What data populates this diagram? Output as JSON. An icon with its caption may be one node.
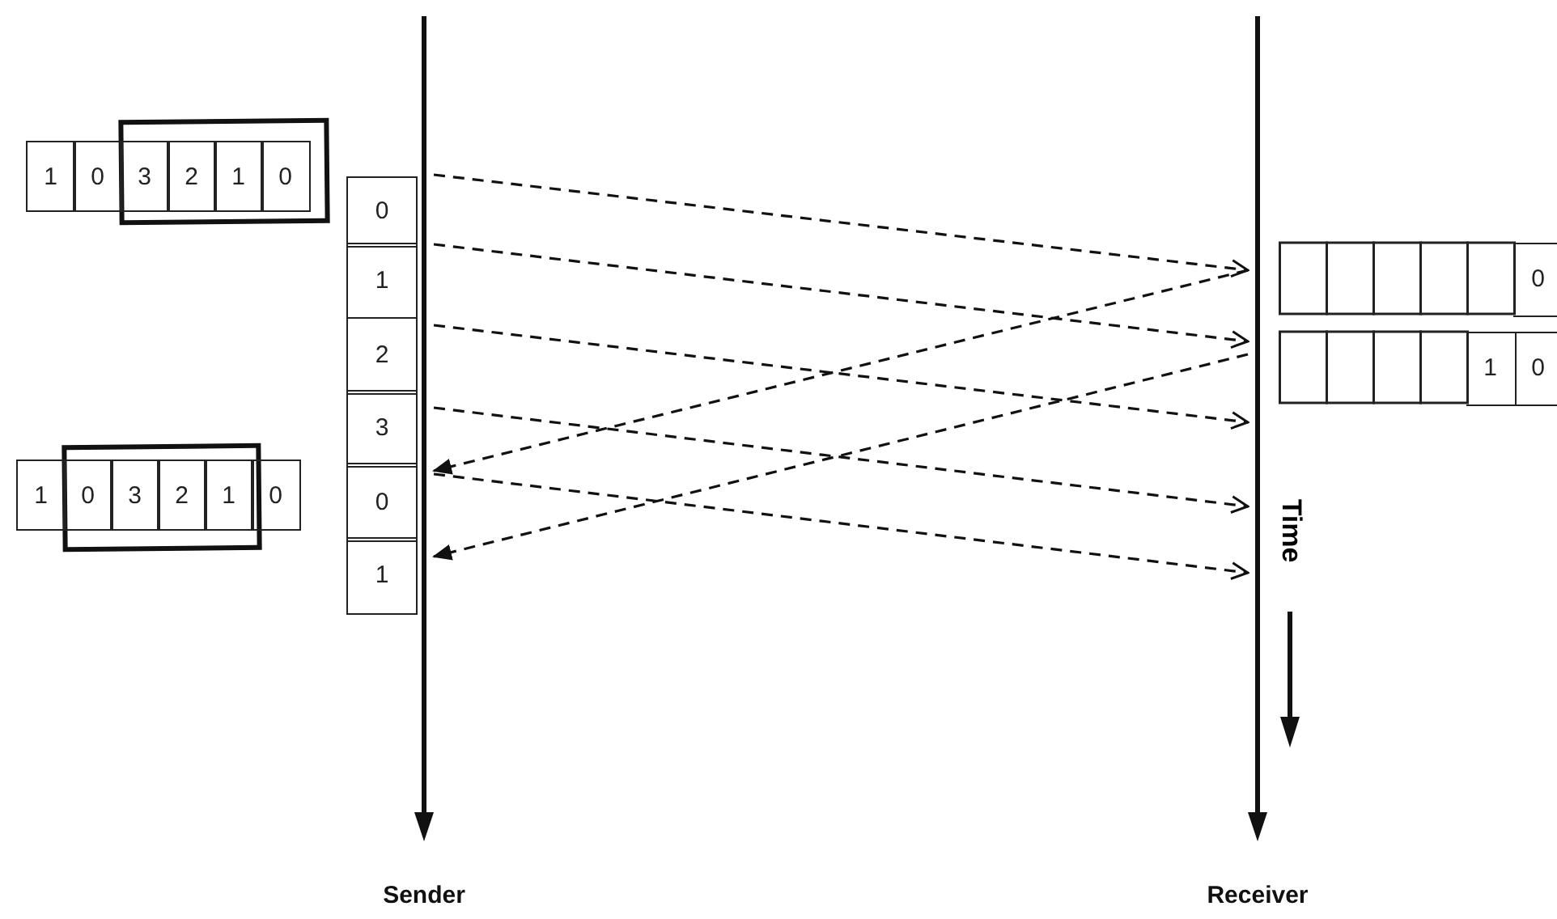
{
  "diagram": {
    "nodes": [
      {
        "text": [],
        "shape": "line",
        "beside": [
          "Sender"
        ]
      },
      {
        "text": [],
        "shape": "line",
        "beside": [
          "Receiver"
        ]
      }
    ],
    "edges": [
      {
        "from": 0,
        "to": 1,
        "arrow": "to",
        "style": "dashed"
      },
      {
        "from": 0,
        "to": 1,
        "arrow": "to",
        "style": "dashed"
      },
      {
        "from": 0,
        "to": 1,
        "arrow": "to",
        "style": "dashed"
      },
      {
        "from": 0,
        "to": 1,
        "arrow": "to",
        "style": "dashed"
      },
      {
        "from": 0,
        "to": 1,
        "arrow": "to",
        "style": "dashed"
      },
      {
        "from": 1,
        "to": 0,
        "arrow": "to",
        "style": "dashed"
      },
      {
        "from": 1,
        "to": 0,
        "arrow": "to",
        "style": "dashed"
      }
    ],
    "labels": [
      "1",
      "0",
      "3",
      "2",
      "1",
      "0",
      "0",
      "1",
      "2",
      "3",
      "0",
      "1",
      "0",
      "1",
      "0",
      "1",
      "0",
      "3",
      "2",
      "1",
      "0",
      "Time"
    ]
  }
}
